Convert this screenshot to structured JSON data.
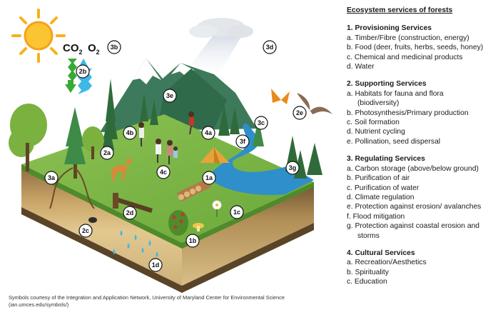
{
  "legend": {
    "title": "Ecosystem services of forests",
    "sections": [
      {
        "header": "1. Provisioning Services",
        "items": [
          "a. Timber/Fibre (construction, energy)",
          "b. Food (deer, fruits, herbs, seeds, honey)",
          "c. Chemical and medicinal products",
          "d. Water"
        ]
      },
      {
        "header": "2. Supporting Services",
        "items": [
          "a. Habitats for fauna and flora (biodiversity)",
          "b. Photosynthesis/Primary production",
          "c. Soil formation",
          "d. Nutrient cycling",
          "e. Pollination, seed dispersal"
        ]
      },
      {
        "header": "3. Regulating Services",
        "items": [
          "a. Carbon storage (above/below ground)",
          "b. Purification of air",
          "c. Purification of water",
          "d. Climate regulation",
          "e. Protection against erosion/ avalanches",
          "f. Flood mitigation",
          "g. Protection against coastal erosion and storms"
        ]
      },
      {
        "header": "4. Cultural Services",
        "items": [
          "a. Recreation/Aesthetics",
          "b. Spirituality",
          "c. Education"
        ]
      }
    ]
  },
  "diagram": {
    "co2_label": "CO",
    "co2_sub": "2",
    "o2_label": "O",
    "o2_sub": "2",
    "callouts": [
      "3b",
      "2b",
      "3d",
      "3e",
      "2e",
      "3c",
      "4b",
      "4a",
      "3f",
      "2a",
      "3a",
      "4c",
      "1a",
      "3g",
      "2d",
      "1c",
      "2c",
      "1b",
      "1d"
    ]
  },
  "credit": "Symbols courtesy of the Integration and Application Network, University of Maryland Center for Environmental Science (ian.umces.edu/symbols/)"
}
